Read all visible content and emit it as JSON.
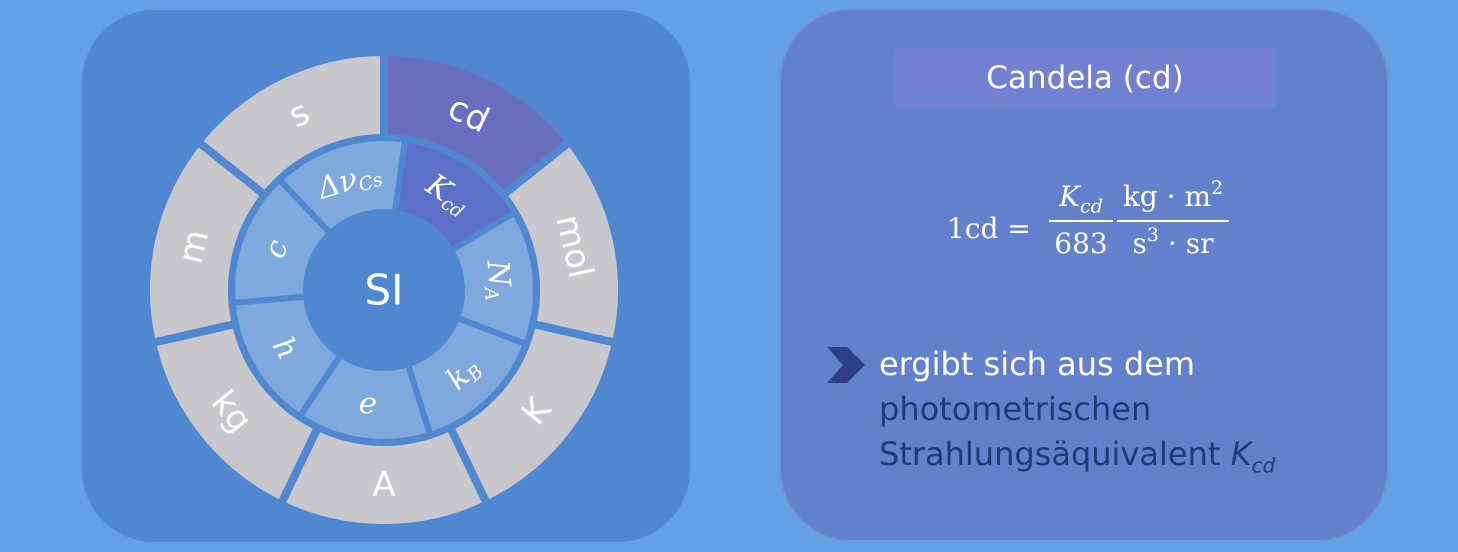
{
  "diagram": {
    "center_label": "SI",
    "outer_ring": [
      {
        "label": "cd",
        "highlighted": true
      },
      {
        "label": "mol",
        "highlighted": false
      },
      {
        "label": "K",
        "highlighted": false
      },
      {
        "label": "A",
        "highlighted": false
      },
      {
        "label": "kg",
        "highlighted": false
      },
      {
        "label": "m",
        "highlighted": false
      },
      {
        "label": "s",
        "highlighted": false
      }
    ],
    "inner_ring": [
      {
        "label": "K",
        "sub": "cd",
        "highlighted": true
      },
      {
        "label": "N",
        "sub": "A",
        "highlighted": false
      },
      {
        "label": "k",
        "sub": "B",
        "highlighted": false
      },
      {
        "label": "e",
        "sub": "",
        "highlighted": false
      },
      {
        "label": "h",
        "sub": "",
        "highlighted": false
      },
      {
        "label": "c",
        "sub": "",
        "highlighted": false
      },
      {
        "label": "Δν",
        "sub": "Cs",
        "highlighted": false
      }
    ],
    "colors": {
      "panel": "#4f88d0",
      "outer_segment": "#c8c8cc",
      "outer_highlight": "#6a6ec0",
      "inner_segment": "#7fa8dc",
      "inner_highlight": "#5c70c8",
      "center": "#4f88d0",
      "divider": "#4f88d0"
    }
  },
  "info": {
    "title": "Candela (cd)",
    "formula": {
      "lhs": "1cd =",
      "frac1_num": "K",
      "frac1_num_sub": "cd",
      "frac1_den": "683",
      "frac2_num": "kg · m",
      "frac2_num_sup": "2",
      "frac2_den_a": "s",
      "frac2_den_sup": "3",
      "frac2_den_b": " · sr"
    },
    "description": {
      "line1": "ergibt sich aus dem",
      "line2": "photometrischen",
      "line3": "Strahlungsäquivalent ",
      "symbol": "K",
      "symbol_sub": "cd"
    },
    "chevron_icon": "chevron-right-icon",
    "chevron_color": "#2d3f86"
  }
}
